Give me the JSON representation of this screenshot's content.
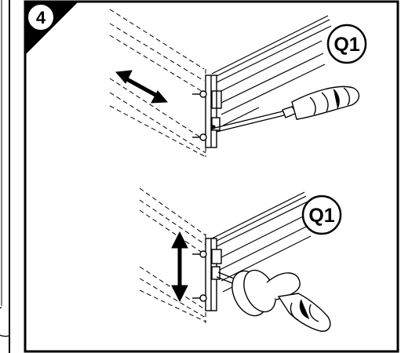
{
  "step": {
    "number": "4"
  },
  "panels": [
    {
      "part_label": "Q1",
      "motion": "horizontal-double-arrow",
      "tool": "screwdriver"
    },
    {
      "part_label": "Q1",
      "motion": "vertical-double-arrow",
      "tool": "screwdriver-with-knob"
    }
  ],
  "colors": {
    "ink": "#000000",
    "paper": "#ffffff"
  }
}
